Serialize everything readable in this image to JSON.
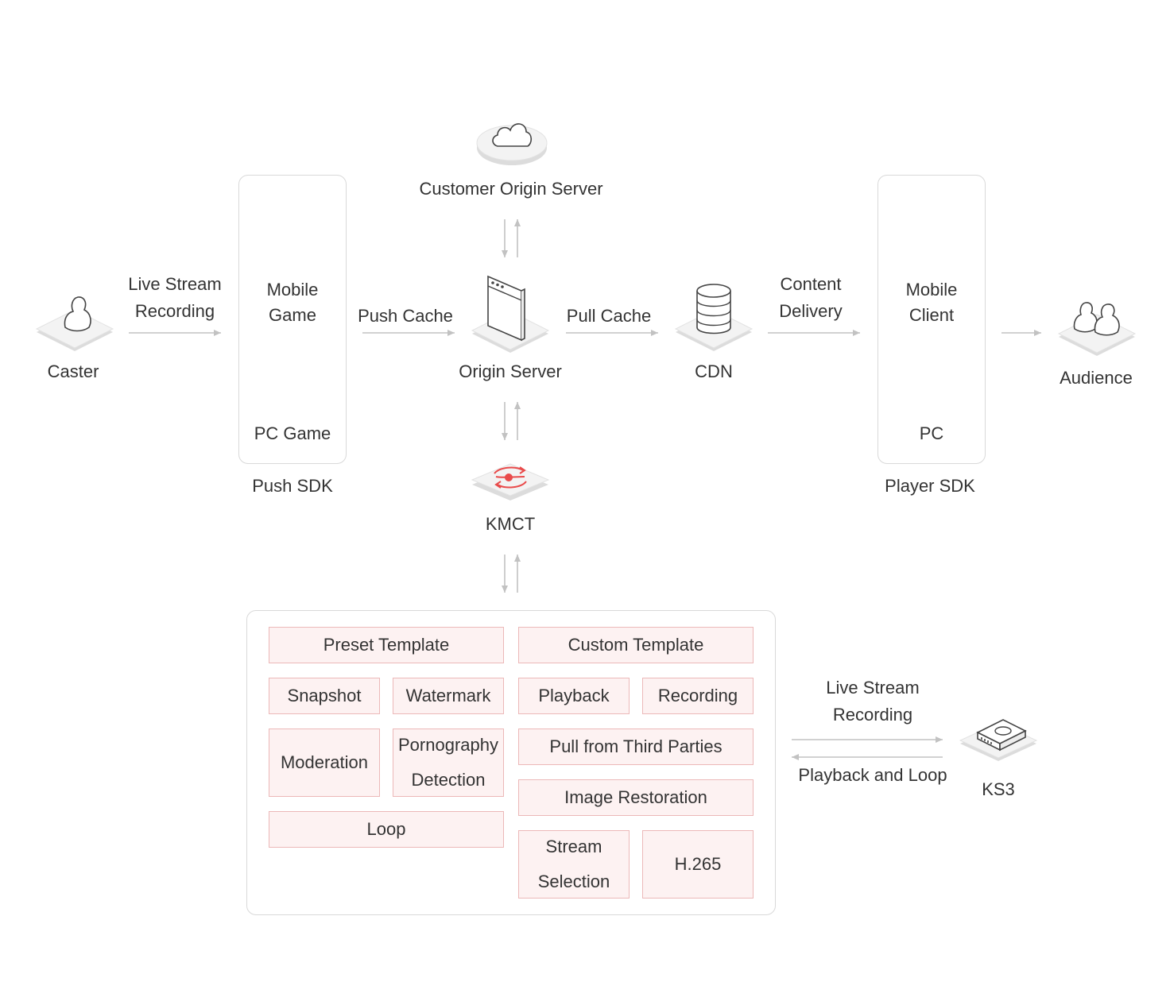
{
  "nodes": {
    "caster": "Caster",
    "mobile_game": "Mobile\nGame",
    "pc_game": "PC Game",
    "push_sdk": "Push SDK",
    "customer_origin": "Customer Origin Server",
    "origin_server": "Origin Server",
    "kmct": "KMCT",
    "cdn": "CDN",
    "mobile_client": "Mobile\nClient",
    "pc": "PC",
    "player_sdk": "Player SDK",
    "audience": "Audience",
    "ks3": "KS3"
  },
  "edges": {
    "live_stream_recording": "Live Stream\nRecording",
    "push_cache": "Push Cache",
    "pull_cache": "Pull Cache",
    "content_delivery": "Content\nDelivery",
    "ks3_recording": "Live Stream\nRecording",
    "ks3_playback": "Playback and Loop"
  },
  "features": {
    "preset_template": "Preset Template",
    "custom_template": "Custom Template",
    "snapshot": "Snapshot",
    "watermark": "Watermark",
    "playback": "Playback",
    "recording": "Recording",
    "moderation": "Moderation",
    "pornography_detection": "Pornography\nDetection",
    "pull_third_parties": "Pull from Third Parties",
    "image_restoration": "Image Restoration",
    "loop": "Loop",
    "stream_selection": "Stream\nSelection",
    "h265": "H.265"
  },
  "colors": {
    "feature_border": "#ecb8b8",
    "feature_fill": "#fdf2f2",
    "accent_red": "#e94b4b",
    "arrow": "#c2c2c2"
  }
}
